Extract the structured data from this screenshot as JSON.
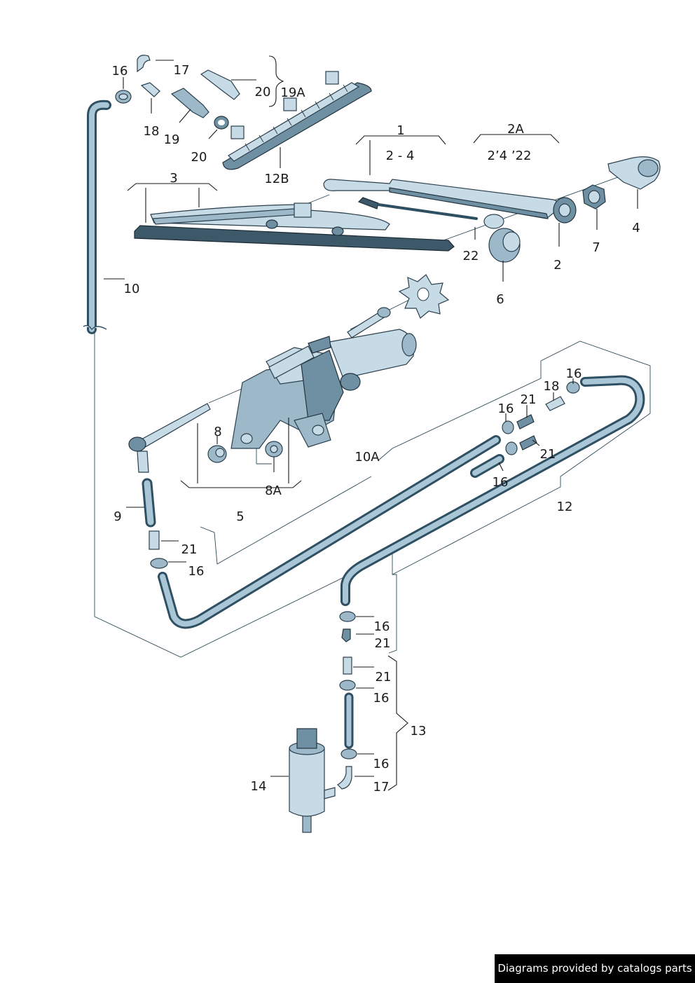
{
  "callouts": {
    "c1": "1",
    "c2a": "2A",
    "c3": "3",
    "c2_4": "2 - 4",
    "c2_4_22": "2’4 ’22",
    "c12b": "12B",
    "c16_top": "16",
    "c17_top": "17",
    "c18_top": "18",
    "c19": "19",
    "c19a": "19A",
    "c20_upper": "20",
    "c20_lower": "20",
    "c10": "10",
    "c22": "22",
    "c2": "2",
    "c4": "4",
    "c7": "7",
    "c6": "6",
    "c8": "8",
    "c8a": "8A",
    "c5": "5",
    "c9": "9",
    "c21_left": "21",
    "c16_left": "16",
    "c10a": "10A",
    "c16_r1": "16",
    "c16_r2": "16",
    "c16_r3": "16",
    "c18_r": "18",
    "c21_r1": "21",
    "c21_r2": "21",
    "c12": "12",
    "c16_low1": "16",
    "c21_low1": "21",
    "c21_low2": "21",
    "c16_low2": "16",
    "c13": "13",
    "c16_low3": "16",
    "c17_low": "17",
    "c14": "14"
  },
  "footer": {
    "credit": "Diagrams provided by catalogs parts"
  },
  "colors": {
    "part_light": "#c6dbe6",
    "part_mid": "#9db9c9",
    "part_dark": "#6f8fa2",
    "outline": "#2b3f4c",
    "hose": "#2f4f62"
  }
}
